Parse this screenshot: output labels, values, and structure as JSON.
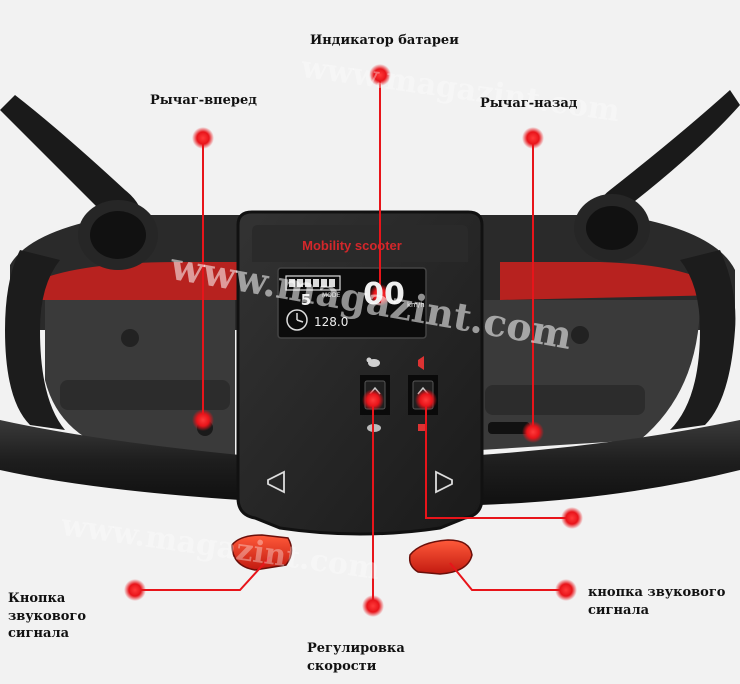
{
  "labels": {
    "battery_indicator": "Индикатор батареи",
    "forward_lever": "Рычаг-вперед",
    "reverse_lever": "Рычаг-назад",
    "horn_left_line1": "Кнопка",
    "horn_left_line2": "звукового",
    "horn_left_line3": "сигнала",
    "horn_right_line1": "кнопка звукового",
    "horn_right_line2": "сигнала",
    "speed_line1": "Регулировка",
    "speed_line2": "скорости"
  },
  "device": {
    "brand": "Mobility scooter",
    "display": {
      "speed_digits": "00",
      "unit": "km/h",
      "gear": "5",
      "odometer": "128.0",
      "mode": "MODE"
    }
  },
  "watermark": {
    "main": "www.magazint.com",
    "secondary": "www.magazint.com"
  },
  "colors": {
    "marker_red": "#e8141a",
    "body_black": "#222222",
    "brand_red": "#d3272b",
    "accent_red": "#c01a1a"
  }
}
